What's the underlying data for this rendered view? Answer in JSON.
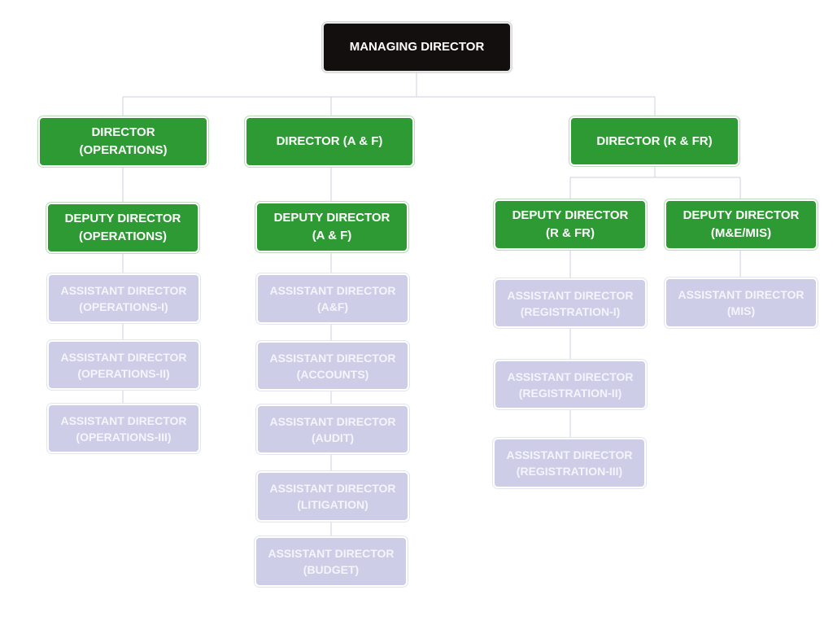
{
  "managing_director": {
    "line1": "MANAGING DIRECTOR"
  },
  "directors": {
    "operations": {
      "line1": "DIRECTOR",
      "line2": "(OPERATIONS)"
    },
    "af": {
      "line1": "DIRECTOR (A & F)"
    },
    "rfr": {
      "line1": "DIRECTOR (R & FR)"
    }
  },
  "deputy_directors": {
    "operations": {
      "line1": "DEPUTY DIRECTOR",
      "line2": "(OPERATIONS)"
    },
    "af": {
      "line1": "DEPUTY DIRECTOR",
      "line2": "(A & F)"
    },
    "rfr": {
      "line1": "DEPUTY DIRECTOR",
      "line2": "(R & FR)"
    },
    "memis": {
      "line1": "DEPUTY DIRECTOR",
      "line2": "(M&E/MIS)"
    }
  },
  "assistant_directors": {
    "operations": [
      {
        "line1": "ASSISTANT DIRECTOR",
        "line2": "(OPERATIONS-I)"
      },
      {
        "line1": "ASSISTANT DIRECTOR",
        "line2": "(OPERATIONS-II)"
      },
      {
        "line1": "ASSISTANT DIRECTOR",
        "line2": "(OPERATIONS-III)"
      }
    ],
    "af": [
      {
        "line1": "ASSISTANT DIRECTOR",
        "line2": "(A&F)"
      },
      {
        "line1": "ASSISTANT DIRECTOR",
        "line2": "(ACCOUNTS)"
      },
      {
        "line1": "ASSISTANT DIRECTOR",
        "line2": "(AUDIT)"
      },
      {
        "line1": "ASSISTANT DIRECTOR",
        "line2": "(LITIGATION)"
      },
      {
        "line1": "ASSISTANT DIRECTOR",
        "line2": "(BUDGET)"
      }
    ],
    "rfr": [
      {
        "line1": "ASSISTANT DIRECTOR",
        "line2": "(REGISTRATION-I)"
      },
      {
        "line1": "ASSISTANT DIRECTOR",
        "line2": "(REGISTRATION-II)"
      },
      {
        "line1": "ASSISTANT DIRECTOR",
        "line2": "(REGISTRATION-III)"
      }
    ],
    "memis": [
      {
        "line1": "ASSISTANT DIRECTOR",
        "line2": "(MIS)"
      }
    ]
  },
  "colors": {
    "managing_director_fill": "#130f0f",
    "director_fill": "#2e9a34",
    "assistant_fill": "#cdcde8",
    "connector": "#cfcfe6"
  }
}
